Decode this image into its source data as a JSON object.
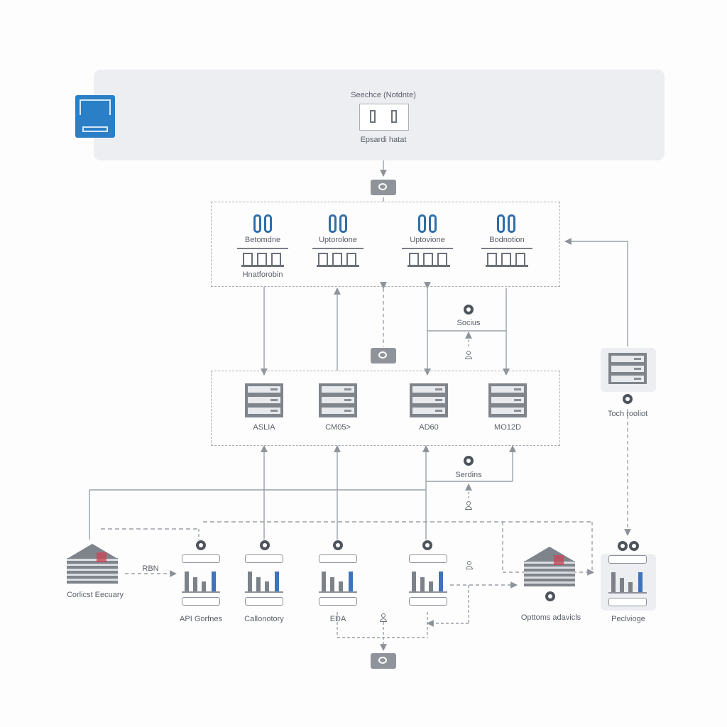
{
  "header": {
    "title": "Seechce (Notdnte)",
    "subtitle": "Epsardi hatat"
  },
  "services": {
    "items": [
      {
        "label": "Betomdne"
      },
      {
        "label": "Uptorolone"
      },
      {
        "label": "Uptovione"
      },
      {
        "label": "Bodnotion"
      }
    ],
    "footer": "Hnatforobin"
  },
  "databases": {
    "items": [
      {
        "label": "ASLIA"
      },
      {
        "label": "CM05>"
      },
      {
        "label": "AD60"
      },
      {
        "label": "MO12D"
      }
    ]
  },
  "mid_label_1": "Socius",
  "mid_label_2": "Serdins",
  "side": {
    "label": "Toch rooliot"
  },
  "bottom": {
    "left": {
      "label": "Corlicst Eecuary",
      "edge_label": "RBN"
    },
    "items": [
      {
        "label": "API Gorfnes"
      },
      {
        "label": "Callonotory"
      },
      {
        "label": "EDA"
      }
    ],
    "right": {
      "label": "Opttoms adavicls"
    },
    "package": {
      "label": "Peclvioge"
    }
  },
  "colors": {
    "accent_blue": "#2b7fc6",
    "line": "#9aa0a8",
    "panel": "#eceef2"
  }
}
